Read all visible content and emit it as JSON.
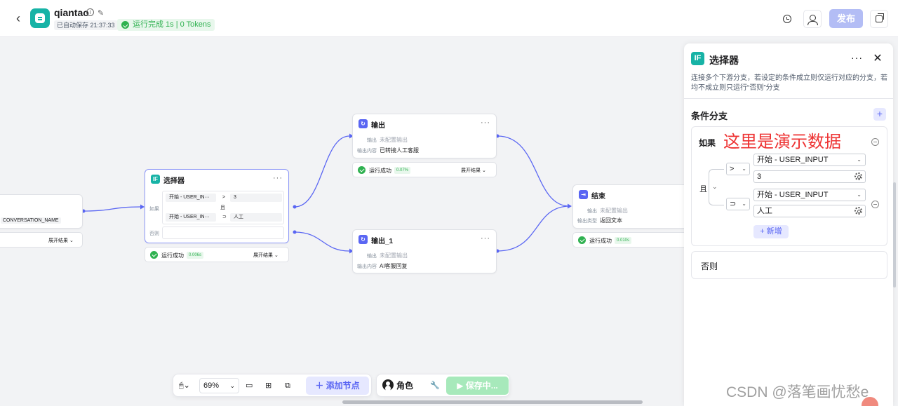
{
  "header": {
    "back_icon": "chevron-left-icon",
    "app_name": "qiantao",
    "autosave": "已自动保存 21:37:33",
    "run_status": "运行完成 1s | 0 Tokens",
    "publish_label": "发布"
  },
  "nodes": {
    "start_partial": {
      "var": "CONVERSATION_NAME",
      "expand": "展开结果"
    },
    "selector": {
      "title": "选择器",
      "if_label": "如果",
      "else_label": "否则",
      "and_label": "且",
      "cond1": {
        "var": "开始 - USER_IN···",
        "op": ">",
        "val": "3"
      },
      "cond2": {
        "var": "开始 - USER_IN···",
        "op": "⊃",
        "val": "人工"
      },
      "run_label": "运行成功",
      "run_time": "0.006s",
      "expand": "展开结果"
    },
    "output": {
      "title": "输出",
      "label1": "输出",
      "val1": "未配置输出",
      "label2": "输出内容",
      "val2": "已转接人工客服",
      "run_label": "运行成功",
      "run_time": "0.07%",
      "expand": "展开结果"
    },
    "output1": {
      "title": "输出_1",
      "label1": "输出",
      "val1": "未配置输出",
      "label2": "输出内容",
      "val2": "AI客服回复"
    },
    "end": {
      "title": "结束",
      "label1": "输出",
      "val1": "未配置输出",
      "label2": "输出类型",
      "val2": "返回文本",
      "run_label": "运行成功",
      "run_time": "0.010s"
    }
  },
  "panel": {
    "icon_text": "IF",
    "title": "选择器",
    "description": "连接多个下游分支，若设定的条件成立则仅运行对应的分支，若均不成立则只运行“否则”分支",
    "section_title": "条件分支",
    "if_label": "如果",
    "demo_text": "这里是演示数据",
    "and_label": "且",
    "cond1": {
      "op": ">",
      "var": "开始 - USER_INPUT",
      "value": "3"
    },
    "cond2": {
      "op": "⊃",
      "var": "开始 - USER_INPUT",
      "value": "人工"
    },
    "add_label": "+ 新增",
    "else_label": "否则"
  },
  "toolbar": {
    "zoom": "69%",
    "add_node": "添加节点",
    "role": "角色",
    "save": "保存中..."
  },
  "watermark": "CSDN @落笔画忧愁e"
}
